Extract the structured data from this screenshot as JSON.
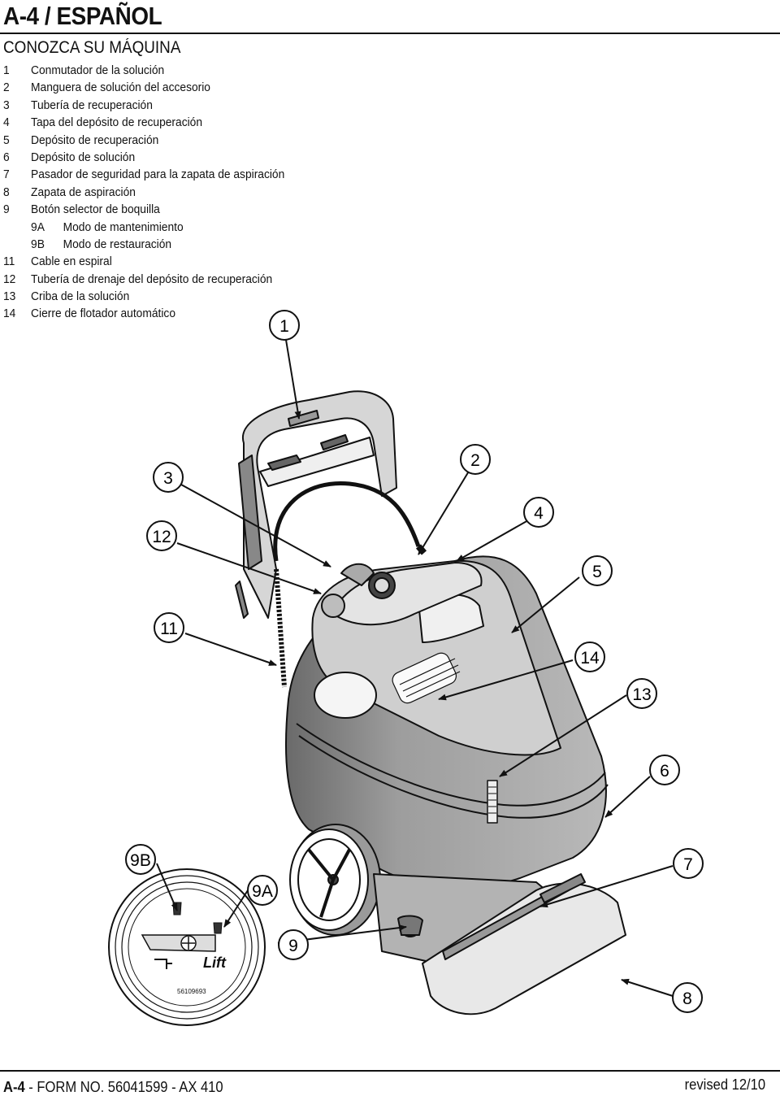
{
  "header": {
    "page_title": "A-4 / ESPAÑOL"
  },
  "section_title": "CONOZCA SU MÁQUINA",
  "parts": [
    {
      "num": "1",
      "label": "Conmutador de la solución"
    },
    {
      "num": "2",
      "label": "Manguera de solución del accesorio"
    },
    {
      "num": "3",
      "label": "Tubería de recuperación"
    },
    {
      "num": "4",
      "label": "Tapa del depósito de recuperación"
    },
    {
      "num": "5",
      "label": "Depósito de recuperación"
    },
    {
      "num": "6",
      "label": "Depósito de solución"
    },
    {
      "num": "7",
      "label": "Pasador de seguridad para la zapata de aspiración"
    },
    {
      "num": "8",
      "label": "Zapata de aspiración"
    },
    {
      "num": "9",
      "label": "Botón selector de boquilla"
    },
    {
      "num": "9A",
      "label": "Modo de mantenimiento"
    },
    {
      "num": "9B",
      "label": "Modo de restauración"
    },
    {
      "num": "11",
      "label": "Cable en espiral"
    },
    {
      "num": "12",
      "label": "Tubería de drenaje del depósito de recuperación"
    },
    {
      "num": "13",
      "label": "Criba de la solución"
    },
    {
      "num": "14",
      "label": "Cierre de flotador automático"
    }
  ],
  "callouts": {
    "c1": "1",
    "c2": "2",
    "c3": "3",
    "c4": "4",
    "c5": "5",
    "c6": "6",
    "c7": "7",
    "c8": "8",
    "c9": "9",
    "c9a": "9A",
    "c9b": "9B",
    "c11": "11",
    "c12": "12",
    "c13": "13",
    "c14": "14"
  },
  "selector_label": {
    "brand": "Lift",
    "part_number": "56109693"
  },
  "footer": {
    "page_ref": "A-4",
    "form": " - FORM NO. 56041599 - AX 410",
    "revised": "revised 12/10"
  }
}
